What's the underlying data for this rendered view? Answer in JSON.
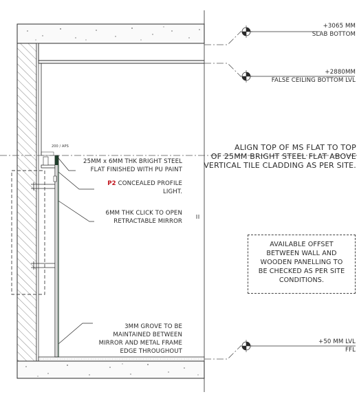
{
  "levels": {
    "slab_bottom": {
      "value": "+3065 MM",
      "name": "SLAB BOTTOM"
    },
    "false_ceiling": {
      "value": "+2880MM",
      "name": "FALSE CEILING BOTTOM LVL"
    },
    "ffl": {
      "value": "+50 MM LVL",
      "name": "FFL"
    }
  },
  "notes": {
    "align_top": [
      "ALIGN TOP OF MS FLAT TO TOP",
      "OF 25MM BRIGHT STEEL FLAT ABOVE",
      "VERTICAL TILE CLADDING AS PER SITE."
    ],
    "steel_flat": [
      "25MM x 6MM THK BRIGHT STEEL",
      "FLAT FINISHED WITH PU PAINT"
    ],
    "profile_tag": "P2",
    "profile_text": [
      "CONCEALED PROFILE",
      "LIGHT."
    ],
    "mirror": [
      "6MM THK CLICK TO OPEN",
      "RETRACTABLE MIRROR"
    ],
    "offset": [
      "AVAILABLE OFFSET",
      "BETWEEN WALL AND",
      "WOODEN PANELLING TO",
      "BE CHECKED AS PER SITE",
      "CONDITIONS."
    ],
    "groove": [
      "3MM GROVE TO BE",
      "MAINTAINED BETWEEN",
      "MIRROR AND METAL FRAME",
      "EDGE THROUGHOUT"
    ],
    "small_dim": "200 / APS"
  },
  "colors": {
    "line": "#2b2b2b",
    "dash": "#555555",
    "tag": "#c0141c",
    "mirror_frame": "#1f3d2b"
  }
}
